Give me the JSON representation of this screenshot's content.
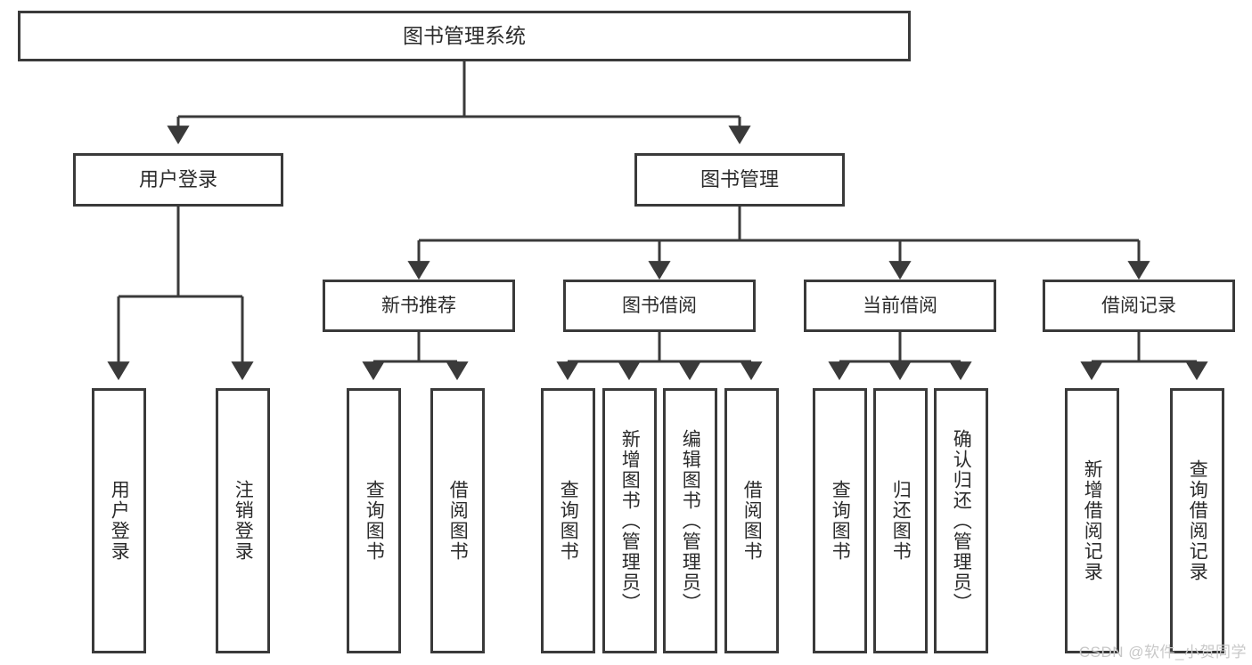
{
  "diagram": {
    "type": "hierarchy-tree",
    "title": "图书管理系统",
    "orientation": "top-down",
    "colors": {
      "box_border": "#3a3a3a",
      "box_fill": "#ffffff",
      "connector": "#3a3a3a",
      "text": "#2b2b2b",
      "watermark": "#c8c8c8",
      "background": "#ffffff"
    },
    "root": {
      "label": "图书管理系统"
    },
    "level2": [
      {
        "id": "user-login",
        "label": "用户登录"
      },
      {
        "id": "book-management",
        "label": "图书管理"
      }
    ],
    "level3": [
      {
        "id": "new-book-recommend",
        "label": "新书推荐"
      },
      {
        "id": "book-borrow",
        "label": "图书借阅"
      },
      {
        "id": "current-borrow",
        "label": "当前借阅"
      },
      {
        "id": "borrow-record",
        "label": "借阅记录"
      }
    ],
    "leaves": {
      "user_login": [
        {
          "id": "leaf-user-login",
          "label": "用户登录"
        },
        {
          "id": "leaf-logout-login",
          "label": "注销登录"
        }
      ],
      "new_book_recommend": [
        {
          "id": "leaf-query-book-1",
          "label": "查询图书"
        },
        {
          "id": "leaf-borrow-book-1",
          "label": "借阅图书"
        }
      ],
      "book_borrow": [
        {
          "id": "leaf-query-book-2",
          "label": "查询图书"
        },
        {
          "id": "leaf-add-book-admin",
          "label": "新增图书（管理员）"
        },
        {
          "id": "leaf-edit-book-admin",
          "label": "编辑图书（管理员）"
        },
        {
          "id": "leaf-borrow-book-2",
          "label": "借阅图书"
        }
      ],
      "current_borrow": [
        {
          "id": "leaf-query-book-3",
          "label": "查询图书"
        },
        {
          "id": "leaf-return-book",
          "label": "归还图书"
        },
        {
          "id": "leaf-confirm-return-admin",
          "label": "确认归还（管理员）"
        }
      ],
      "borrow_record": [
        {
          "id": "leaf-add-borrow-record",
          "label": "新增借阅记录"
        },
        {
          "id": "leaf-query-borrow-record",
          "label": "查询借阅记录"
        }
      ]
    },
    "watermark": "CSDN @软件_小贺同学"
  }
}
